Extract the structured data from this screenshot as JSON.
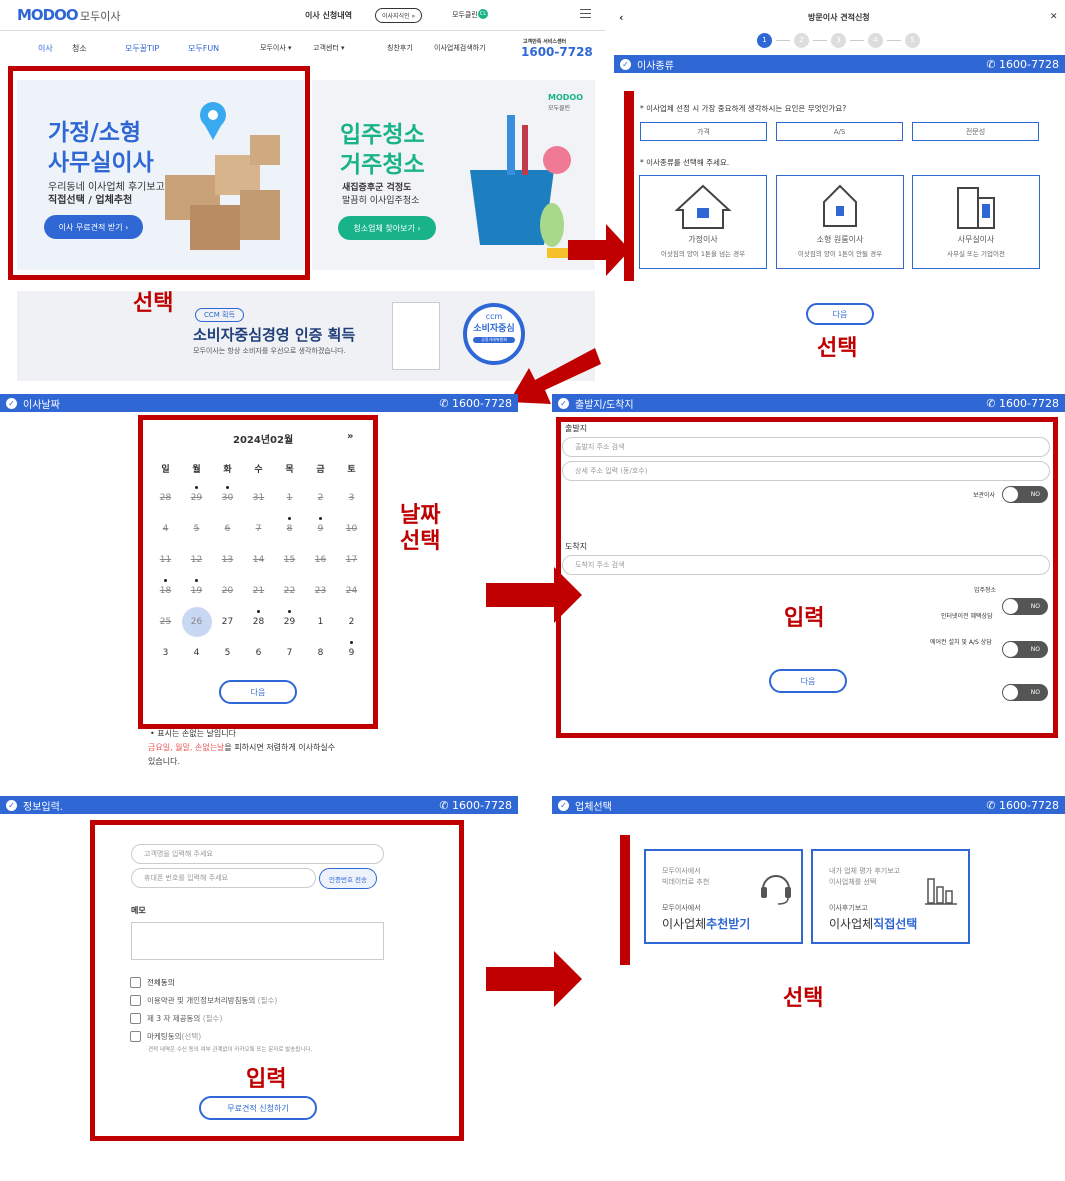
{
  "panel1": {
    "logo": "MODOO",
    "brand_name": "모두이사",
    "top_nav": [
      "이사 신청내역",
      "이사지식인 »",
      "모두클린"
    ],
    "clean_badge": "CL",
    "main_nav": [
      "이사",
      "청소",
      "모두꿀TIP",
      "모두FUN",
      "모두이사 ▾",
      "고객센터 ▾",
      "칭찬후기",
      "이사업체검색하기"
    ],
    "service_center_label": "고객만족 서비스센터",
    "service_center_phone": "1600-7728",
    "banner1": {
      "title_line1": "가정/소형",
      "title_line2": "사무실이사",
      "desc_line1": "우리동네 이사업체 후기보고",
      "desc_line2": "직접선택 / 업체추천",
      "button": "이사 무료견적 받기 ›"
    },
    "banner2": {
      "logo": "MODOO",
      "logo_sub": "모두클린",
      "title_line1": "입주청소",
      "title_line2": "거주청소",
      "desc_line1": "새집증후군 걱정도",
      "desc_line2": "말끔히 이사입주청소",
      "button": "청소업체 찾아보기 ›"
    },
    "banner3": {
      "badge": "CCM 획득",
      "title": "소비자중심경영 인증 획득",
      "desc": "모두이사는 항상 소비자를 우선으로 생각하겠습니다.",
      "seal_top": "ccm",
      "seal_main": "소비자중심",
      "seal_bottom": "공정거래위원회"
    },
    "annotation": "선택"
  },
  "panel2": {
    "back": "‹",
    "title": "방문이사 견적신청",
    "close": "✕",
    "steps": [
      "1",
      "2",
      "3",
      "4",
      "5"
    ],
    "bar_title": "이사종류",
    "phone": "1600-7728",
    "question1": "* 이사업체 선정 시 가장 중요하게 생각하시는 요인은 무엇인가요?",
    "options": [
      "가격",
      "A/S",
      "전문성"
    ],
    "question2": "* 이사종류를 선택해 주세요.",
    "types": [
      {
        "name": "가정이사",
        "desc": "이삿짐의 양이 1톤을 넘는 경우"
      },
      {
        "name": "소형 원룸이사",
        "desc": "이삿짐의 양이 1톤이 안될 경우"
      },
      {
        "name": "사무실이사",
        "desc": "사무실 또는 기업이전"
      }
    ],
    "next": "다음",
    "annotation": "선택"
  },
  "panel3": {
    "bar_title": "이사날짜",
    "phone": "1600-7728",
    "month": "2024년02월",
    "next_month": "»",
    "weekdays": [
      "일",
      "월",
      "화",
      "수",
      "목",
      "금",
      "토"
    ],
    "weeks": [
      [
        "28",
        "29",
        "30",
        "31",
        "1",
        "2",
        "3"
      ],
      [
        "4",
        "5",
        "6",
        "7",
        "8",
        "9",
        "10"
      ],
      [
        "11",
        "12",
        "13",
        "14",
        "15",
        "16",
        "17"
      ],
      [
        "18",
        "19",
        "20",
        "21",
        "22",
        "23",
        "24"
      ],
      [
        "25",
        "26",
        "27",
        "28",
        "29",
        "1",
        "2"
      ],
      [
        "3",
        "4",
        "5",
        "6",
        "7",
        "8",
        "9"
      ]
    ],
    "next": "다음",
    "note_line1": "• 표시는 손없는 날입니다",
    "note_red": "금요일, 월말, 손없는날",
    "note_line2": "을 피하시면 저렴하게 이사하실수",
    "note_line3": "있습니다.",
    "annotation_line1": "날짜",
    "annotation_line2": "선택"
  },
  "panel4": {
    "bar_title": "출발지/도착지",
    "phone": "1600-7728",
    "origin_label": "출발지",
    "origin_placeholder": "출발지 주소 검색",
    "detail_placeholder": "상세 주소 입력 (동/호수)",
    "storage_label": "보관이사",
    "dest_label": "도착지",
    "dest_placeholder": "도착지 주소 검색",
    "toggles": [
      "입주청소",
      "인터넷이전 혜택상담",
      "에어컨 설치 및 A/S 상담"
    ],
    "toggle_value": "NO",
    "next": "다음",
    "annotation": "입력"
  },
  "panel5": {
    "bar_title": "정보입력.",
    "phone": "1600-7728",
    "name_placeholder": "고객명을 입력해 주세요",
    "phone_placeholder": "휴대폰 번호를 입력해 주세요",
    "verify_button": "인증번호 전송",
    "memo_label": "메모",
    "agree_all": "전체동의",
    "agree1": "이용약관 및 개인정보처리방침동의",
    "agree1_req": "(필수)",
    "agree2": "제 3 자 제공동의",
    "agree2_req": "(필수)",
    "agree3": "마케팅동의",
    "agree3_opt": "(선택)",
    "agree_note": "견적 내역은 수신 동의 여부 관계없이 카카오톡 또는 문자로 발송됩니다.",
    "submit": "무료견적 신청하기",
    "annotation": "입력"
  },
  "panel6": {
    "bar_title": "업체선택",
    "phone": "1600-7728",
    "card1": {
      "sub1": "모두이사에서",
      "sub2": "빅데이터로 추천",
      "small": "모두이사에서",
      "main_prefix": "이사업체",
      "main_bold": "추천받기"
    },
    "card2": {
      "sub1": "내가 업체 평가 후기보고",
      "sub2": "이사업체를 선택",
      "small": "이사후기보고",
      "main_prefix": "이사업체",
      "main_bold": "직접선택"
    },
    "annotation": "선택"
  },
  "colors": {
    "accent": "#2f67d5",
    "red": "#c00000",
    "green": "#19b38a"
  }
}
